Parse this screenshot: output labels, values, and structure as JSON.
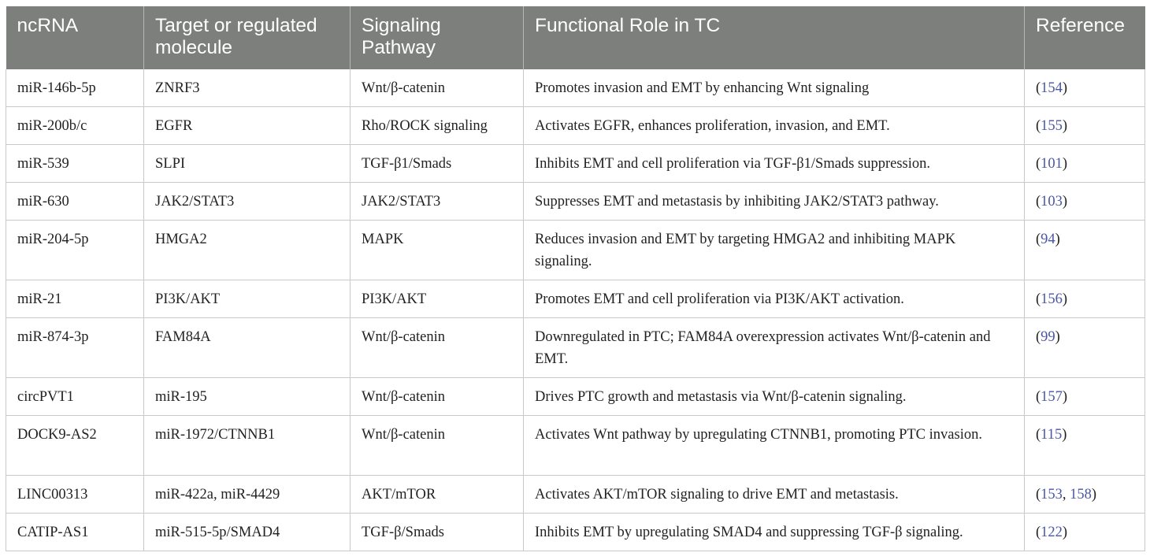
{
  "table": {
    "headers": [
      "ncRNA",
      "Target or regulated molecule",
      "Signaling Pathway",
      "Functional Role in TC",
      "Reference"
    ],
    "rows": [
      {
        "ncrna": "miR-146b-5p",
        "target": "ZNRF3",
        "pathway": "Wnt/β-catenin",
        "role": "Promotes invasion and EMT by enhancing Wnt signaling",
        "refs": [
          "154"
        ]
      },
      {
        "ncrna": "miR-200b/c",
        "target": "EGFR",
        "pathway": "Rho/ROCK signaling",
        "role": "Activates EGFR, enhances proliferation, invasion, and EMT.",
        "refs": [
          "155"
        ]
      },
      {
        "ncrna": "miR-539",
        "target": "SLPI",
        "pathway": "TGF-β1/Smads",
        "role": "Inhibits EMT and cell proliferation via TGF-β1/Smads suppression.",
        "refs": [
          "101"
        ]
      },
      {
        "ncrna": "miR-630",
        "target": "JAK2/STAT3",
        "pathway": "JAK2/STAT3",
        "role": "Suppresses EMT and metastasis by inhibiting JAK2/STAT3 pathway.",
        "refs": [
          "103"
        ]
      },
      {
        "ncrna": "miR-204-5p",
        "target": "HMGA2",
        "pathway": "MAPK",
        "role": "Reduces invasion and EMT by targeting HMGA2 and inhibiting MAPK signaling.",
        "refs": [
          "94"
        ]
      },
      {
        "ncrna": "miR-21",
        "target": "PI3K/AKT",
        "pathway": "PI3K/AKT",
        "role": "Promotes EMT and cell proliferation via PI3K/AKT activation.",
        "refs": [
          "156"
        ]
      },
      {
        "ncrna": "miR-874-3p",
        "target": "FAM84A",
        "pathway": "Wnt/β-catenin",
        "role": "Downregulated in PTC; FAM84A overexpression activates Wnt/β-catenin and EMT.",
        "refs": [
          "99"
        ]
      },
      {
        "ncrna": "circPVT1",
        "target": "miR-195",
        "pathway": "Wnt/β-catenin",
        "role": "Drives PTC growth and metastasis via Wnt/β-catenin signaling.",
        "refs": [
          "157"
        ]
      },
      {
        "ncrna": "DOCK9-AS2",
        "target": "miR-1972/CTNNB1",
        "pathway": "Wnt/β-catenin",
        "role": "Activates Wnt pathway by upregulating CTNNB1, promoting PTC invasion.",
        "refs": [
          "115"
        ]
      },
      {
        "ncrna": "LINC00313",
        "target": "miR-422a, miR-4429",
        "pathway": "AKT/mTOR",
        "role": "Activates AKT/mTOR signaling to drive EMT and metastasis.",
        "refs": [
          "153",
          "158"
        ]
      },
      {
        "ncrna": "CATIP-AS1",
        "target": "miR-515-5p/SMAD4",
        "pathway": "TGF-β/Smads",
        "role": "Inhibits EMT by upregulating SMAD4 and suppressing TGF-β signaling.",
        "refs": [
          "122"
        ]
      }
    ]
  }
}
